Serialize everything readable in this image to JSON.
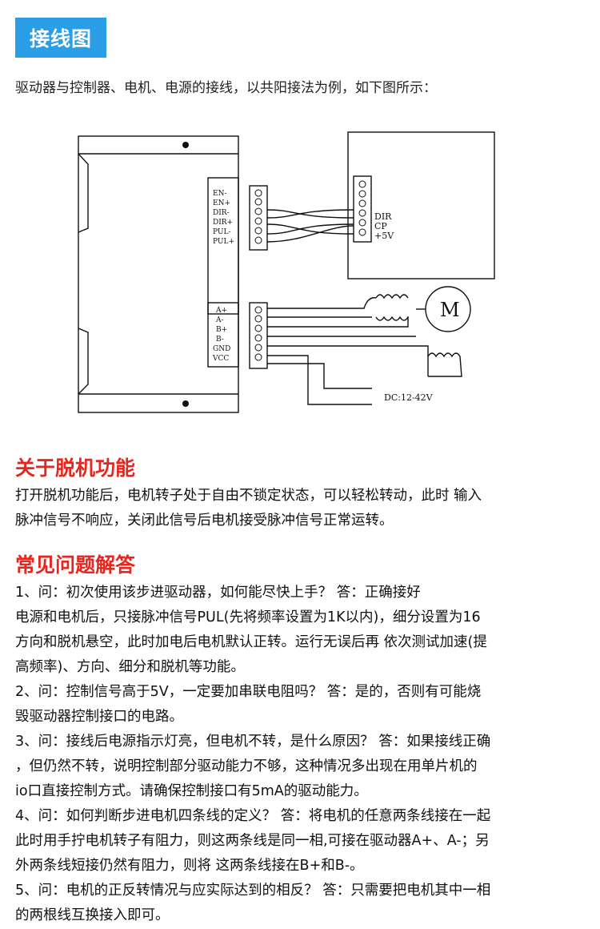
{
  "wiring": {
    "badge": "接线图",
    "intro": "驱动器与控制器、电机、电源的接线，以共阳接法为例，如下图所示：",
    "driver_labels": [
      "EN-",
      "EN+",
      "DIR-",
      "DIR+",
      "PUL-",
      "PUL+"
    ],
    "driver_labels_2": [
      "A+",
      "A-",
      "B+",
      "B-",
      "GND",
      "VCC"
    ],
    "controller_labels": [
      "DIR",
      "CP",
      "+5V"
    ],
    "motor_label": "M",
    "power_label": "DC:12-42V"
  },
  "offline": {
    "title": "关于脱机功能",
    "lines": [
      "打开脱机功能后，电机转子处于自由不锁定状态，可以轻松转动，此时 输入",
      "脉冲信号不响应，关闭此信号后电机接受脉冲信号正常运转。"
    ]
  },
  "faq": {
    "title": "常见问题解答",
    "lines": [
      "1、问：初次使用该步进驱动器，如何能尽快上手？ 答：正确接好",
      "电源和电机后，只接脉冲信号PUL(先将频率设置为1K以内)，细分设置为16",
      "方向和脱机悬空，此时加电后电机默认正转。运行无误后再 依次测试加速(提",
      "高频率)、方向、细分和脱机等功能。",
      "2、问：控制信号高于5V，一定要加串联电阻吗？ 答：是的，否则有可能烧",
      "毁驱动器控制接口的电路。",
      "3、问：接线后电源指示灯亮，但电机不转，是什么原因？ 答：如果接线正确",
      "，但仍然不转，说明控制部分驱动能力不够，这种情况多出现在用单片机的",
      "io口直接控制方式。请确保控制接口有5mA的驱动能力。",
      "4、问：如何判断步进电机四条线的定义？ 答：将电机的任意两条线接在一起",
      "此时用手拧电机转子有阻力，则这两条线是同一相,可接在驱动器A+、A-；另",
      "外两条线短接仍然有阻力，则将 这两条线接在B+和B-。",
      "5、问：电机的正反转情况与应实际达到的相反？ 答：只需要把电机其中一相",
      "的两根线互换接入即可。"
    ]
  }
}
